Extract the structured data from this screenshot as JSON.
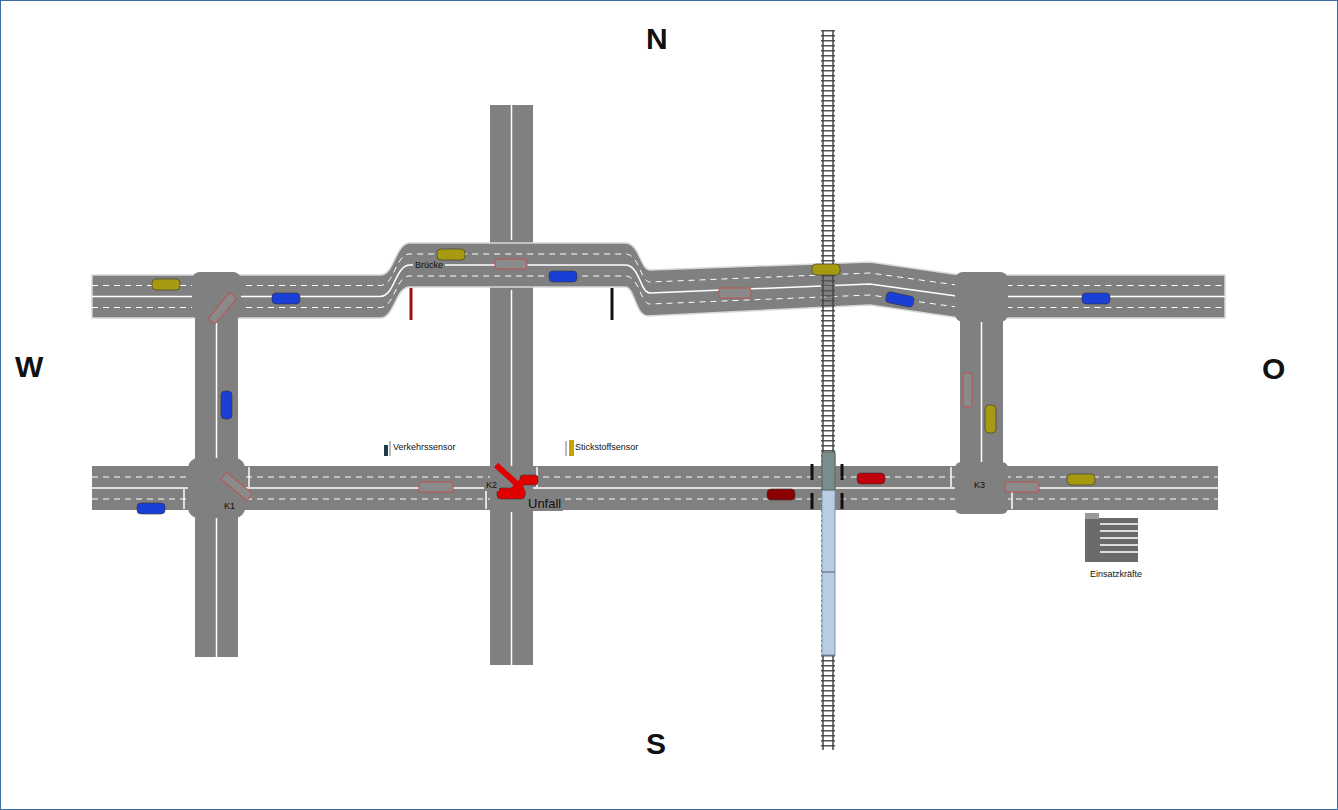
{
  "diagram": {
    "labels": [
      "N",
      "W",
      "O",
      "Brücke",
      "Verkehrssensor",
      "Stickstoffsensor",
      "K2",
      "Unfall",
      "K1",
      "K3",
      "Einsatzkräfte",
      "S"
    ]
  }
}
